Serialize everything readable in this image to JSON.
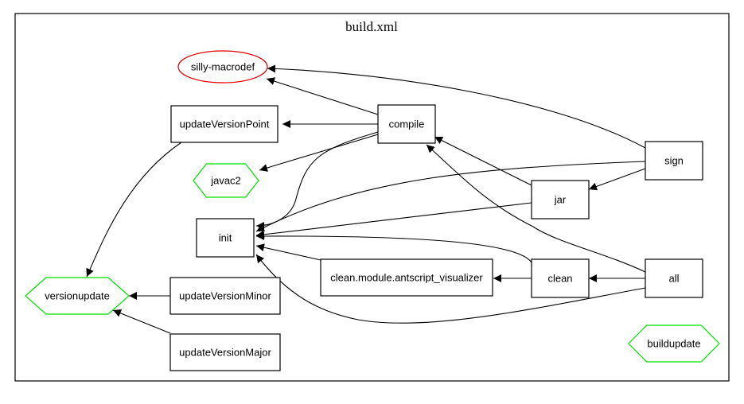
{
  "graph": {
    "title": "build.xml",
    "nodes": [
      {
        "id": "silly-macrodef",
        "label": "silly-macrodef",
        "shape": "ellipse",
        "color": "#e00000"
      },
      {
        "id": "updateVersionPoint",
        "label": "updateVersionPoint",
        "shape": "box",
        "color": "#000000"
      },
      {
        "id": "compile",
        "label": "compile",
        "shape": "box",
        "color": "#000000"
      },
      {
        "id": "javac2",
        "label": "javac2",
        "shape": "hexagon",
        "color": "#00e000"
      },
      {
        "id": "sign",
        "label": "sign",
        "shape": "box",
        "color": "#000000"
      },
      {
        "id": "jar",
        "label": "jar",
        "shape": "box",
        "color": "#000000"
      },
      {
        "id": "init",
        "label": "init",
        "shape": "box",
        "color": "#000000"
      },
      {
        "id": "clean-module",
        "label": "clean.module.antscript_visualizer",
        "shape": "box",
        "color": "#000000"
      },
      {
        "id": "clean",
        "label": "clean",
        "shape": "box",
        "color": "#000000"
      },
      {
        "id": "all",
        "label": "all",
        "shape": "box",
        "color": "#000000"
      },
      {
        "id": "versionupdate",
        "label": "versionupdate",
        "shape": "hexagon",
        "color": "#00e000"
      },
      {
        "id": "updateVersionMinor",
        "label": "updateVersionMinor",
        "shape": "box",
        "color": "#000000"
      },
      {
        "id": "updateVersionMajor",
        "label": "updateVersionMajor",
        "shape": "box",
        "color": "#000000"
      },
      {
        "id": "buildupdate",
        "label": "buildupdate",
        "shape": "hexagon",
        "color": "#00e000"
      }
    ],
    "edges": [
      {
        "from": "compile",
        "to": "silly-macrodef"
      },
      {
        "from": "compile",
        "to": "updateVersionPoint"
      },
      {
        "from": "compile",
        "to": "javac2"
      },
      {
        "from": "compile",
        "to": "init"
      },
      {
        "from": "sign",
        "to": "silly-macrodef"
      },
      {
        "from": "sign",
        "to": "jar"
      },
      {
        "from": "sign",
        "to": "init"
      },
      {
        "from": "jar",
        "to": "compile"
      },
      {
        "from": "jar",
        "to": "init"
      },
      {
        "from": "all",
        "to": "compile"
      },
      {
        "from": "all",
        "to": "clean"
      },
      {
        "from": "all",
        "to": "init"
      },
      {
        "from": "clean",
        "to": "clean-module"
      },
      {
        "from": "clean",
        "to": "init"
      },
      {
        "from": "clean-module",
        "to": "init"
      },
      {
        "from": "updateVersionPoint",
        "to": "versionupdate"
      },
      {
        "from": "updateVersionMinor",
        "to": "versionupdate"
      },
      {
        "from": "updateVersionMajor",
        "to": "versionupdate"
      }
    ]
  }
}
